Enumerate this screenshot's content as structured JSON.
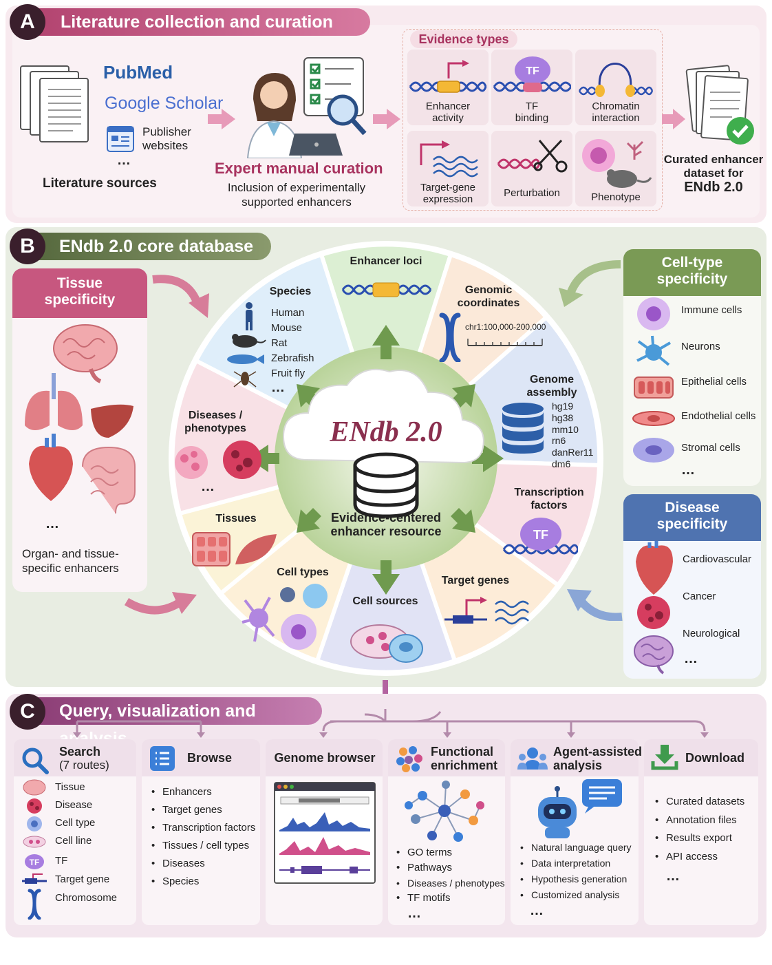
{
  "panel_a": {
    "badge": "A",
    "title": "Literature collection and curation",
    "sources": {
      "pubmed": "PubMed",
      "google_scholar": "Google Scholar",
      "publisher": "Publisher websites",
      "more": "…",
      "label": "Literature sources"
    },
    "curation": {
      "title": "Expert manual curation",
      "subtitle_line1": "Inclusion of experimentally",
      "subtitle_line2": "supported enhancers"
    },
    "evidence": {
      "title": "Evidence types",
      "items": [
        {
          "line1": "Enhancer",
          "line2": "activity"
        },
        {
          "line1": "TF",
          "line2": "binding",
          "icon_text": "TF"
        },
        {
          "line1": "Chromatin",
          "line2": "interaction"
        },
        {
          "line1": "Target-gene",
          "line2": "expression"
        },
        {
          "line1": "Perturbation",
          "line2": ""
        },
        {
          "line1": "Phenotype",
          "line2": ""
        }
      ]
    },
    "output": {
      "line1": "Curated enhancer",
      "line2": "dataset for",
      "line3": "ENdb 2.0"
    }
  },
  "panel_b": {
    "badge": "B",
    "title": "ENdb 2.0 core database",
    "center": {
      "name": "ENdb 2.0",
      "line1": "Evidence-centered",
      "line2": "enhancer resource"
    },
    "wedges": {
      "enhancer_loci": "Enhancer loci",
      "genomic_line1": "Genomic",
      "genomic_line2": "coordinates",
      "coordinate_example": "chr1:100,000-200,000",
      "genome_line1": "Genome",
      "genome_line2": "assembly",
      "assemblies": [
        "hg19",
        "hg38",
        "mm10",
        "rn6",
        "danRer11",
        "dm6"
      ],
      "tf_line1": "Transcription",
      "tf_line2": "factors",
      "tf_icon": "TF",
      "target_genes": "Target genes",
      "cell_sources": "Cell sources",
      "cell_types": "Cell types",
      "tissues": "Tissues",
      "diseases_line1": "Diseases /",
      "diseases_line2": "phenotypes",
      "species": "Species",
      "species_list": [
        "Human",
        "Mouse",
        "Rat",
        "Zebrafish",
        "Fruit fly"
      ],
      "more": "…"
    },
    "tissue_card": {
      "head_line1": "Tissue",
      "head_line2": "specificity",
      "more": "…",
      "foot_line1": "Organ- and tissue-",
      "foot_line2": "specific enhancers"
    },
    "celltype_card": {
      "head_line1": "Cell-type",
      "head_line2": "specificity",
      "items": [
        "Immune cells",
        "Neurons",
        "Epithelial cells",
        "Endothelial cells",
        "Stromal cells"
      ],
      "more": "…"
    },
    "disease_card": {
      "head_line1": "Disease",
      "head_line2": "specificity",
      "items": [
        "Cardiovascular",
        "Cancer",
        "Neurological"
      ],
      "more": "…"
    }
  },
  "panel_c": {
    "badge": "C",
    "title": "Query, visualization and analysis",
    "search": {
      "title_line1": "Search",
      "title_line2": "(7 routes)",
      "items": [
        "Tissue",
        "Disease",
        "Cell type",
        "Cell line",
        "TF",
        "Target gene",
        "Chromosome"
      ],
      "tf_icon": "TF"
    },
    "browse": {
      "title": "Browse",
      "items": [
        "Enhancers",
        "Target genes",
        "Transcription factors",
        "Tissues / cell types",
        "Diseases",
        "Species"
      ]
    },
    "genome_browser": {
      "title": "Genome browser"
    },
    "enrichment": {
      "title_line1": "Functional",
      "title_line2": "enrichment",
      "items": [
        "GO terms",
        "Pathways",
        "Diseases / phenotypes",
        "TF motifs"
      ],
      "more": "…"
    },
    "agent": {
      "title_line1": "Agent-assisted",
      "title_line2": "analysis",
      "items": [
        "Natural language query",
        "Data interpretation",
        "Hypothesis generation",
        "Customized analysis"
      ],
      "more": "…"
    },
    "download": {
      "title": "Download",
      "items": [
        "Curated datasets",
        "Annotation files",
        "Results export",
        "API access"
      ],
      "more": "…"
    }
  },
  "colors": {
    "panel_a_ribbon": "#b2436f",
    "panel_b_ribbon": "#55683d",
    "panel_c_ribbon": "#8a3c74",
    "tissue_head": "#c7577f",
    "celltype_head": "#7a9a55",
    "disease_head": "#4f73b0"
  }
}
